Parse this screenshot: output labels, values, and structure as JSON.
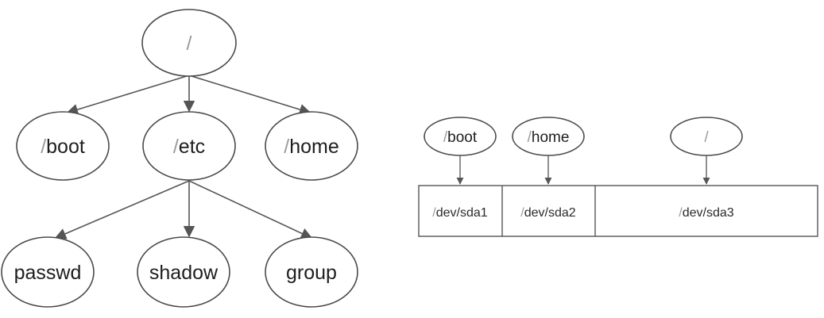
{
  "tree": {
    "root": {
      "slash": "/",
      "name": ""
    },
    "level1": [
      {
        "slash": "/",
        "name": "boot"
      },
      {
        "slash": "/",
        "name": "etc"
      },
      {
        "slash": "/",
        "name": "home"
      }
    ],
    "level2": [
      {
        "slash": "",
        "name": "passwd"
      },
      {
        "slash": "",
        "name": "shadow"
      },
      {
        "slash": "",
        "name": "group"
      }
    ]
  },
  "partitions": [
    {
      "mount_slash": "/",
      "mount_name": "boot",
      "dev_slash": "/",
      "dev_name": "dev/sda1"
    },
    {
      "mount_slash": "/",
      "mount_name": "home",
      "dev_slash": "/",
      "dev_name": "dev/sda2"
    },
    {
      "mount_slash": "/",
      "mount_name": "",
      "dev_slash": "/",
      "dev_name": "dev/sda3"
    }
  ],
  "colors": {
    "stroke": "#4a4a4a",
    "text": "#1e1e1e",
    "slash": "#9a9a9a"
  }
}
